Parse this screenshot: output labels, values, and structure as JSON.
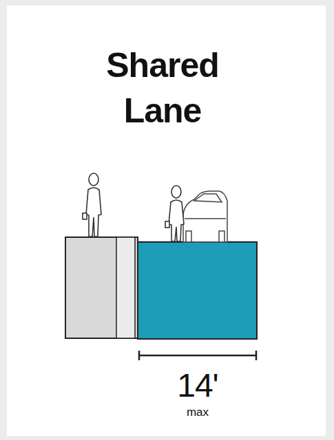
{
  "diagram": {
    "title": "Shared Lane",
    "labels": [
      "14'",
      "max"
    ]
  }
}
